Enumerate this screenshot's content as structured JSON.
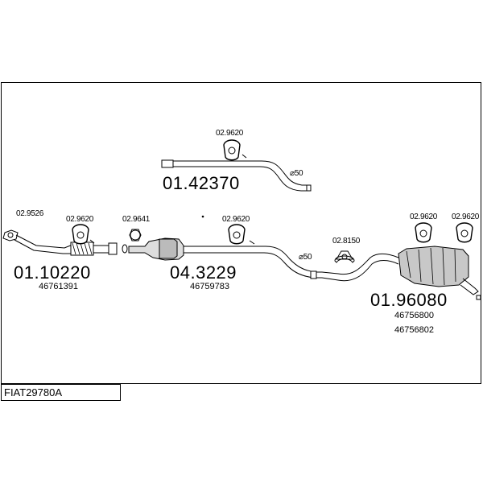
{
  "diagram": {
    "title": "FIAT29780A",
    "parts": {
      "front_pipe": {
        "code": "01.10220",
        "oem": [
          "46761391"
        ]
      },
      "catalyst": {
        "code": "04.3229",
        "oem": [
          "46759783"
        ]
      },
      "rear_silencer": {
        "code": "01.96080",
        "oem": [
          "46756800",
          "46756802"
        ]
      },
      "extra_pipe": {
        "code": "01.42370"
      }
    },
    "fittings": {
      "f1": "02.9526",
      "f2": "02.9620",
      "f3": "02.9641",
      "f4": "02.9620",
      "f5": "02.8150",
      "f6": "02.9620",
      "f7": "02.9620",
      "f8": "02.9620"
    },
    "diameters": {
      "d1": "⌀50",
      "d2": "⌀50"
    }
  }
}
